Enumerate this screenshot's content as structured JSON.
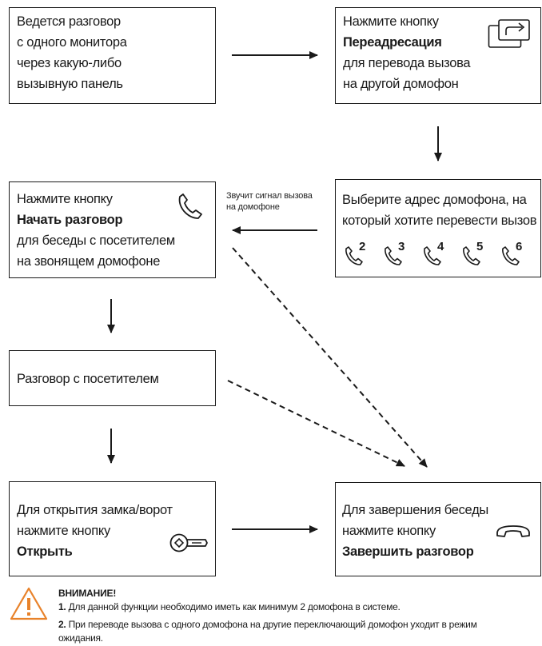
{
  "step1": {
    "lines": [
      "Ведется разговор",
      "с одного монитора",
      "через какую-либо",
      "вызывную панель"
    ]
  },
  "step2": {
    "line1": "Нажмите кнопку",
    "bold": "Переадресация",
    "line3": "для перевода вызова",
    "line4": "на другой домофон",
    "icon": "forward-screen-icon"
  },
  "step3": {
    "line1": "Выберите адрес домофона, на",
    "line2": "который хотите перевести вызов",
    "addresses": [
      "2",
      "3",
      "4",
      "5",
      "6"
    ],
    "icon": "handset-number-icon"
  },
  "step4": {
    "line1": "Нажмите кнопку",
    "bold": "Начать разговор",
    "line3": "для беседы с посетителем",
    "line4": "на звонящем домофоне",
    "icon": "handset-icon"
  },
  "step5": {
    "line1": "Разговор с посетителем"
  },
  "step6": {
    "line1": "Для открытия замка/ворот",
    "line2": "нажмите кнопку",
    "bold": "Открыть",
    "icon": "key-icon"
  },
  "step7": {
    "line1": "Для завершения беседы",
    "line2": "нажмите кнопку",
    "bold": "Завершить разговор",
    "icon": "hangup-icon"
  },
  "signal_note": {
    "line1": "Звучит сигнал вызова",
    "line2": "на домофоне"
  },
  "warning": {
    "title": "ВНИМАНИЕ!",
    "item1_num": "1.",
    "item1_text": "Для данной функции необходимо иметь как минимум 2 домофона в системе.",
    "item2_num": "2.",
    "item2_text_line1": "При переводе вызова с одного домофона на другие переключающий домофон уходит в режим",
    "item2_text_line2": "ожидания.",
    "accent_color": "#e8822a"
  }
}
